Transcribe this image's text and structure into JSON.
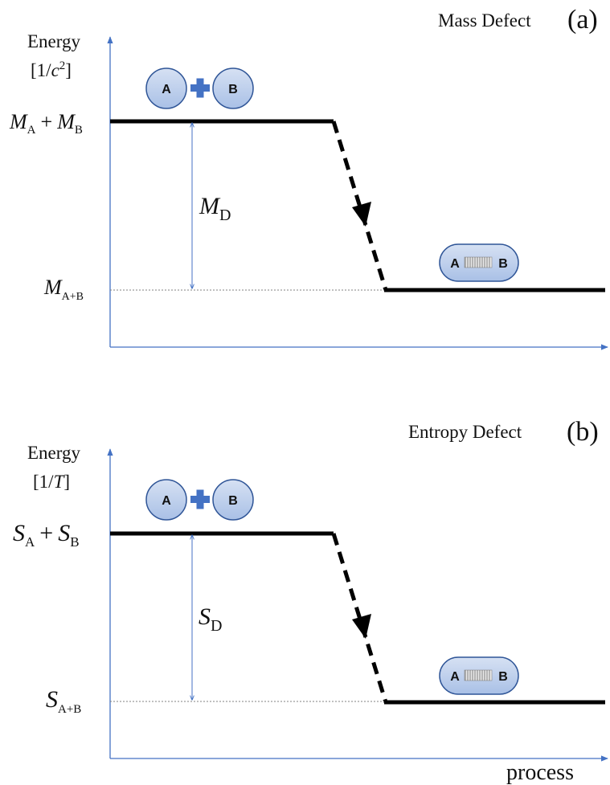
{
  "panels": {
    "a": {
      "title": "Mass Defect",
      "letter": "(a)",
      "ylabel_line1": "Energy",
      "ylabel_line2_pre": "[1/",
      "ylabel_line2_var": "c",
      "ylabel_line2_sup": "2",
      "ylabel_line2_post": "]",
      "top_level": {
        "v1": "M",
        "s1": "A",
        "op": "+",
        "v2": "M",
        "s2": "B"
      },
      "bottom_level": {
        "v": "M",
        "s": "A+B"
      },
      "defect": {
        "v": "M",
        "s": "D"
      },
      "particle_a": "A",
      "particle_b": "B",
      "bound_a": "A",
      "bound_b": "B"
    },
    "b": {
      "title": "Entropy Defect",
      "letter": "(b)",
      "ylabel_line1": "Energy",
      "ylabel_line2_pre": "[1/",
      "ylabel_line2_var": "T",
      "ylabel_line2_post": "]",
      "top_level": {
        "v1": "S",
        "s1": "A",
        "op": "+",
        "v2": "S",
        "s2": "B"
      },
      "bottom_level": {
        "v": "S",
        "s": "A+B"
      },
      "defect": {
        "v": "S",
        "s": "D"
      },
      "particle_a": "A",
      "particle_b": "B",
      "bound_a": "A",
      "bound_b": "B"
    }
  },
  "xlabel": "process",
  "colors": {
    "axis": "#4472c4",
    "level": "#000000",
    "ball_fill": "#b4c7e7",
    "ball_stroke": "#2f5597",
    "plus": "#4472c4",
    "guide": "#808080"
  }
}
